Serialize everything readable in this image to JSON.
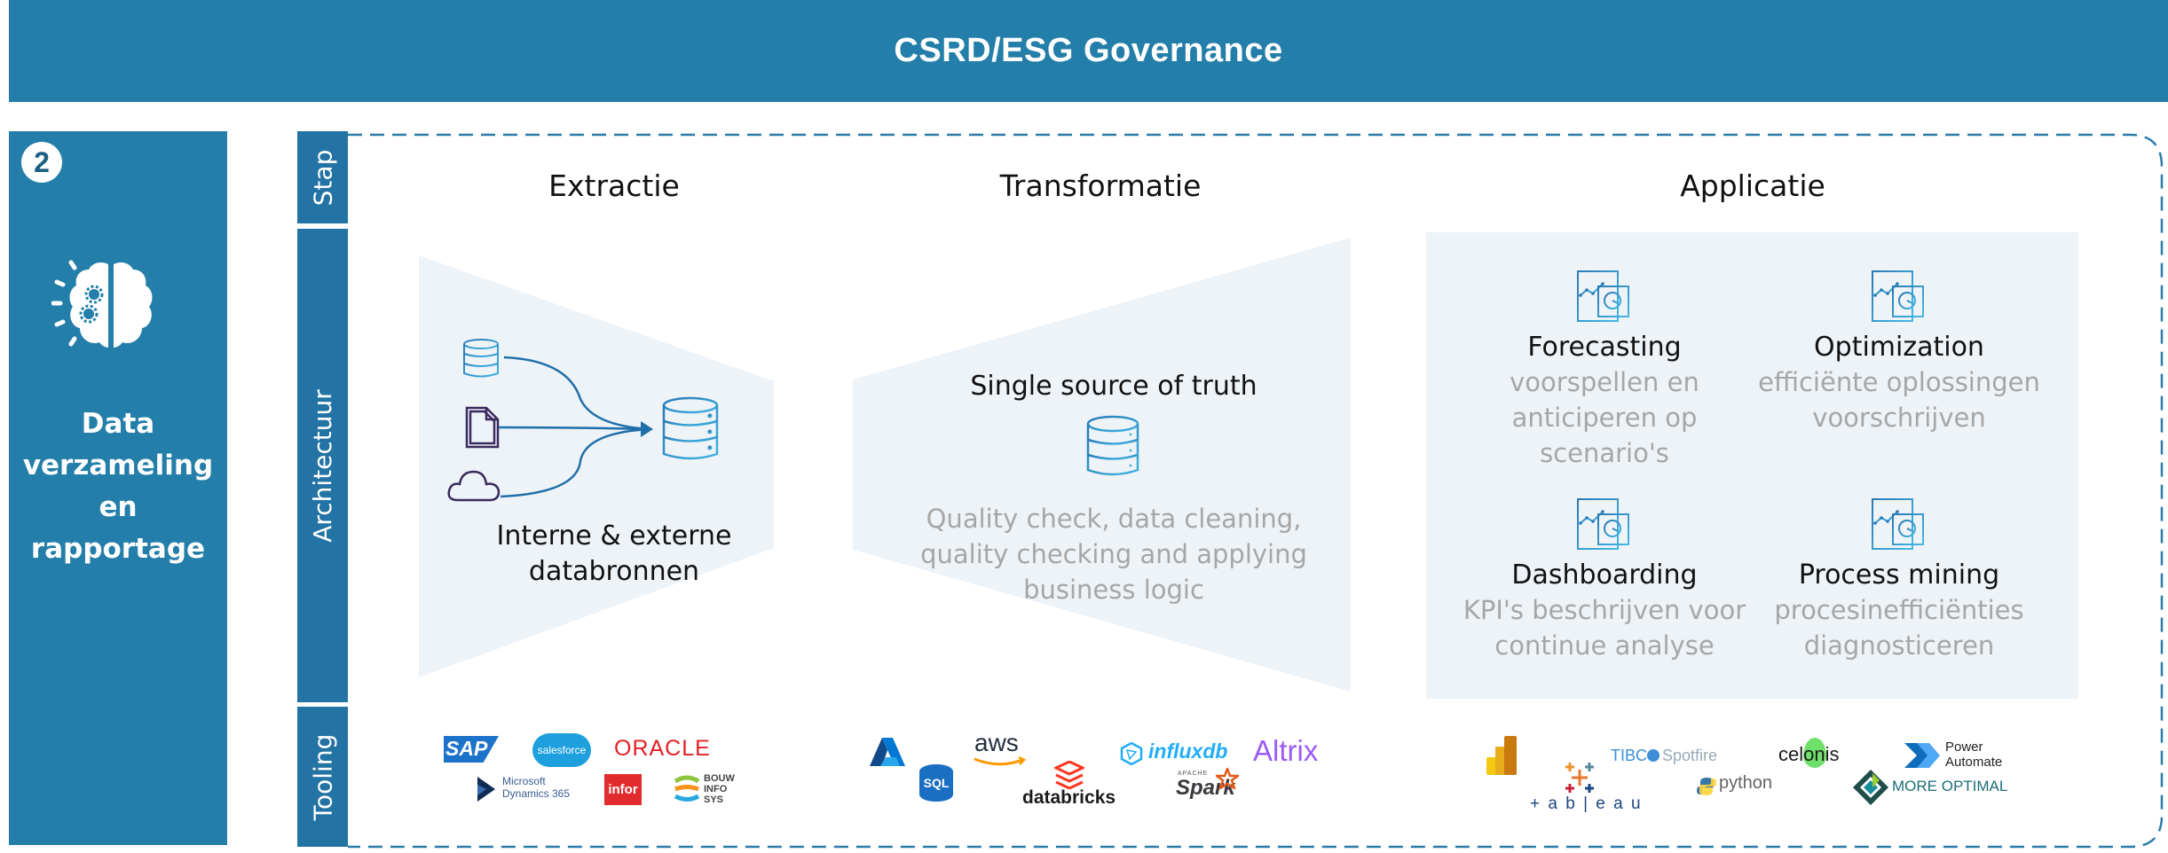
{
  "header": {
    "title": "CSRD/ESG Governance"
  },
  "left_panel": {
    "step_number": "2",
    "icon": "brain-gears-icon",
    "title_lines": [
      "Data",
      "verzameling",
      "en",
      "rapportage"
    ]
  },
  "row_labels": {
    "stap": "Stap",
    "architectuur": "Architectuur",
    "tooling": "Tooling"
  },
  "columns": {
    "extractie": {
      "header": "Extractie",
      "source_icons": [
        "database-icon",
        "document-icon",
        "cloud-icon"
      ],
      "target_icon": "database-icon",
      "caption_lines": [
        "Interne & externe",
        "databronnen"
      ]
    },
    "transformatie": {
      "header": "Transformatie",
      "title": "Single source of truth",
      "icon": "database-icon",
      "description_lines": [
        "Quality check, data cleaning,",
        "quality checking and applying",
        "business logic"
      ]
    },
    "applicatie": {
      "header": "Applicatie",
      "items": [
        {
          "title": "Forecasting",
          "icon": "analytics-dashboard-icon",
          "description_lines": [
            "voorspellen en",
            "anticiperen op",
            "scenario's"
          ]
        },
        {
          "title": "Optimization",
          "icon": "analytics-dashboard-icon",
          "description_lines": [
            "efficiënte oplossingen",
            "voorschrijven"
          ]
        },
        {
          "title": "Dashboarding",
          "icon": "analytics-dashboard-icon",
          "description_lines": [
            "KPI's beschrijven voor",
            "continue analyse"
          ]
        },
        {
          "title": "Process mining",
          "icon": "analytics-dashboard-icon",
          "description_lines": [
            "procesinefficiënties",
            "diagnosticeren"
          ]
        }
      ]
    }
  },
  "tooling": {
    "extractie": {
      "sap": "SAP",
      "salesforce": "salesforce",
      "oracle": "ORACLE",
      "dynamics": [
        "Microsoft",
        "Dynamics 365"
      ],
      "infor": "infor",
      "bouwinfosys": [
        "BOUW",
        "INFO",
        "SYS"
      ]
    },
    "transformatie": {
      "azure": "Azure",
      "sql": "SQL",
      "aws": "aws",
      "databricks": "databricks",
      "influxdb": "influxdb",
      "spark": "Spark",
      "spark_apache": "APACHE",
      "altrix": "Altrix"
    },
    "applicatie": {
      "powerbi": "Power BI",
      "tableau": "+ a b | e a u",
      "tibco": "TIBC",
      "spotfire": "Spotfire",
      "python": "python",
      "celonis": "celonis",
      "power_automate": [
        "Power",
        "Automate"
      ],
      "more_optimal": "MORE OPTIMAL"
    }
  },
  "colors": {
    "primary": "#237EA9",
    "row_label": "#2373A4",
    "panel_bg": "#EEF3F8",
    "muted_text": "#A6A6A6",
    "dashed_border": "#2B7BAA"
  }
}
